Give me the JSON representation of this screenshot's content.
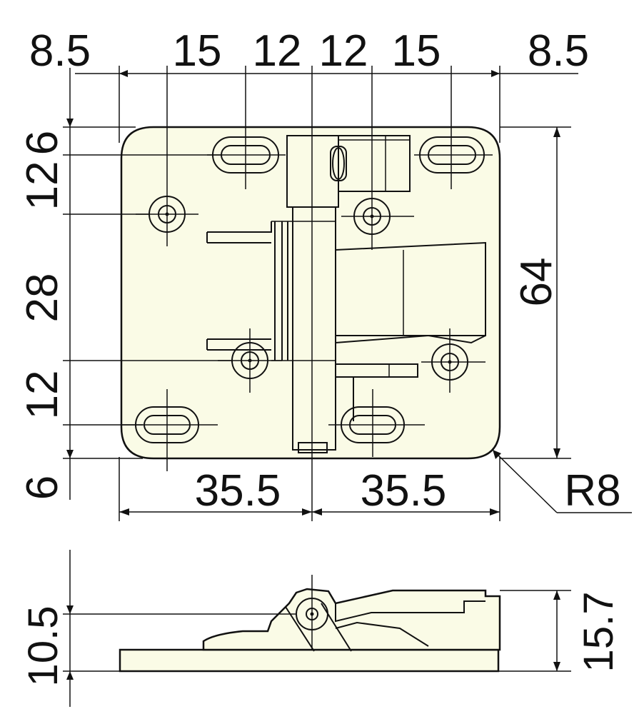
{
  "top_view": {
    "horizontal_top": [
      "8.5",
      "15",
      "12",
      "12",
      "15",
      "8.5"
    ],
    "vertical_left": [
      "12",
      "6",
      "28",
      "12",
      "6"
    ],
    "horizontal_bottom": [
      "35.5",
      "35.5"
    ],
    "height": "64",
    "radius": "R8"
  },
  "side_view": {
    "left": "10.5",
    "right": "15.7"
  },
  "colors": {
    "fill": "#fafbe6",
    "line": "#111111"
  }
}
